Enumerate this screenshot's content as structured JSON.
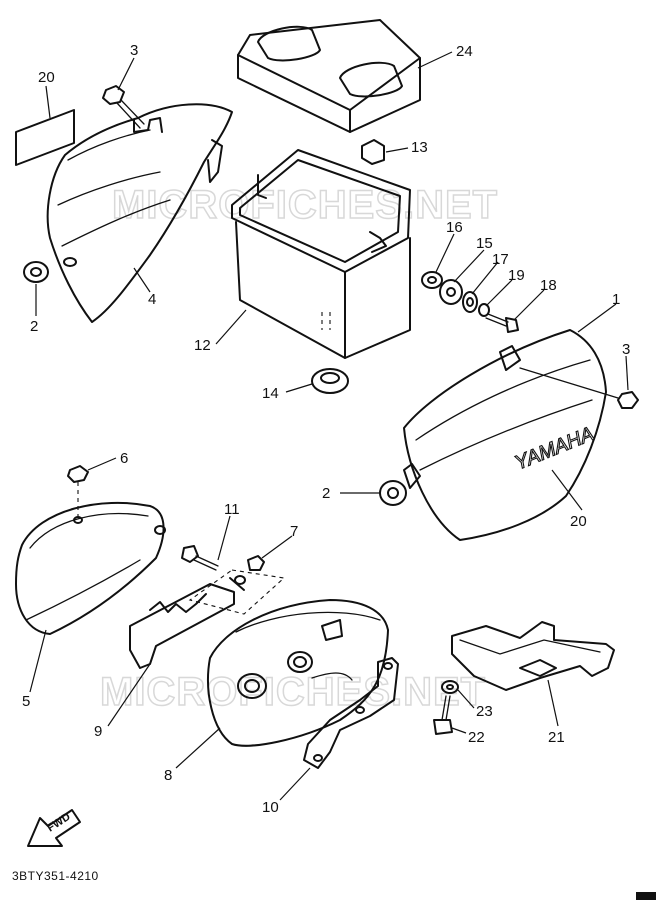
{
  "watermarks": [
    "MICROFICHES.NET",
    "MICROFICHES.NET"
  ],
  "logo_text": "YAMAHA",
  "fwd_label": "FWD",
  "drawing_code": "3BTY351-4210",
  "callouts": {
    "c1": "1",
    "c2a": "2",
    "c2b": "2",
    "c3a": "3",
    "c3b": "3",
    "c4": "4",
    "c5": "5",
    "c6": "6",
    "c7": "7",
    "c8": "8",
    "c9": "9",
    "c10": "10",
    "c11": "11",
    "c12": "12",
    "c13": "13",
    "c14": "14",
    "c15": "15",
    "c16": "16",
    "c17": "17",
    "c18": "18",
    "c19": "19",
    "c20a": "20",
    "c20b": "20",
    "c21": "21",
    "c22": "22",
    "c23": "23",
    "c24": "24"
  }
}
